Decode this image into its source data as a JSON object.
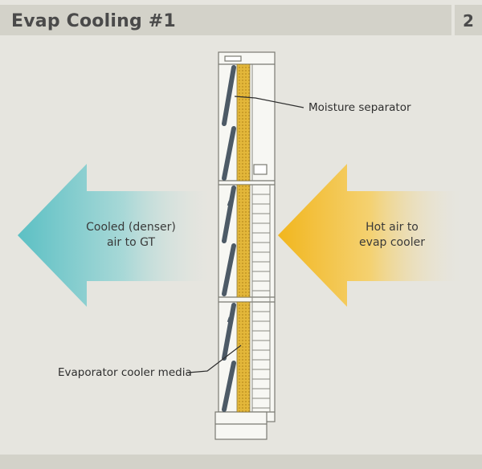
{
  "header": {
    "title": "Evap Cooling #1",
    "page_number": "2"
  },
  "labels": {
    "moisture_separator": "Moisture separator",
    "evaporator_media": "Evaporator cooler media"
  },
  "arrows": {
    "cooled": {
      "line1": "Cooled (denser)",
      "line2": "air to GT"
    },
    "hot": {
      "line1": "Hot air to",
      "line2": "evap cooler"
    }
  },
  "colors": {
    "background": "#e6e5df",
    "header_bar": "#d3d2c9",
    "cooled_arrow": "#5cc0c4",
    "hot_arrow": "#f2b61e",
    "media": "#e3b73a",
    "separator_blade": "#4d5a66"
  }
}
